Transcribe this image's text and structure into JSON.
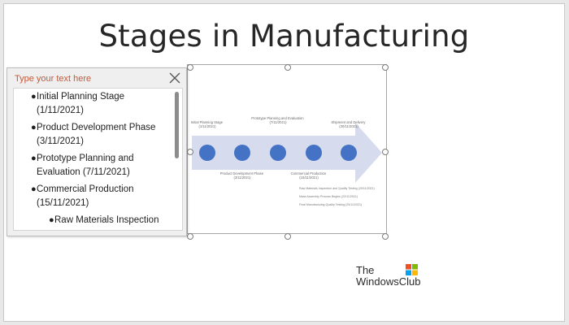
{
  "slide": {
    "title": "Stages in Manufacturing"
  },
  "text_pane": {
    "header": "Type your text here",
    "items": [
      {
        "text": "Initial Planning Stage (1/11/2021)",
        "level": 1
      },
      {
        "text": "Product Development Phase (3/11/2021)",
        "level": 1
      },
      {
        "text": "Prototype Planning and Evaluation (7/11/2021)",
        "level": 1
      },
      {
        "text": "Commercial Production (15/11/2021)",
        "level": 1
      },
      {
        "text": "Raw Materials Inspection",
        "level": 2
      }
    ]
  },
  "timeline": {
    "top_labels": [
      {
        "title": "Initial Planning Stage",
        "date": "(1/11/2021)"
      },
      {
        "title": "Prototype Planning and Evaluation",
        "date": "(7/11/2021)"
      },
      {
        "title": "Shipment and Delivery",
        "date": "(30/11/2021)"
      }
    ],
    "bottom_labels": [
      {
        "title": "Product Development Phase",
        "date": "(3/11/2021)"
      },
      {
        "title": "Commercial Production",
        "date": "(15/11/2021)"
      }
    ],
    "sub_bullets": [
      "Raw Materials Inspection and Quality Testing (20/11/2021)",
      "Mass Assembly Process Begins (22/11/2021)",
      "Final Manufacturing Quality Testing (25/11/2021)"
    ],
    "arrow_color": "#d6dcee",
    "dot_color": "#4472c4"
  },
  "watermark": {
    "line1": "The",
    "line2": "WindowsClub"
  }
}
